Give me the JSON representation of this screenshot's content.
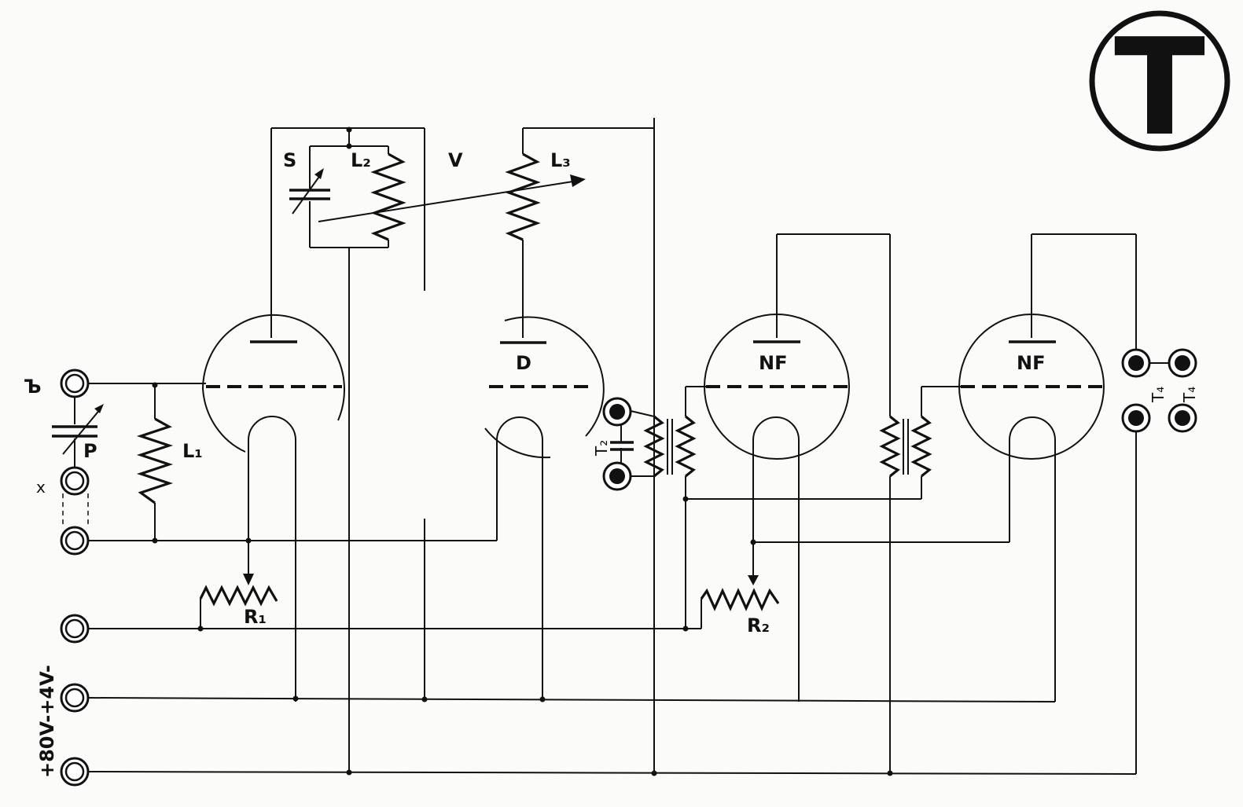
{
  "logo": {
    "letter": "T"
  },
  "labels": {
    "antenna": "Ъ",
    "earth": "x",
    "p": "P",
    "l1": "L₁",
    "s": "S",
    "l2": "L₂",
    "v": "V",
    "l3": "L₃",
    "detector": "D",
    "nf1": "NF",
    "nf2": "NF",
    "t2": "T₂",
    "t4a": "T₄",
    "t4b": "T₄",
    "r1": "R₁",
    "r2": "R₂",
    "supply": "+80V-+4V-"
  }
}
